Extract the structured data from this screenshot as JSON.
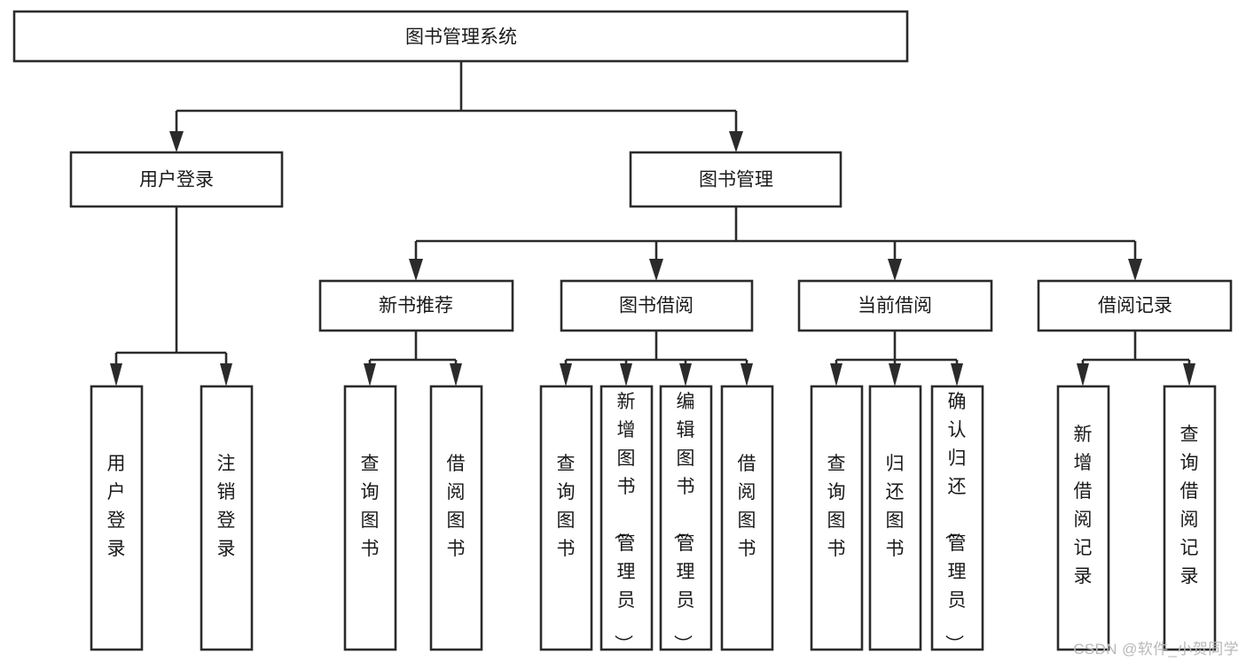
{
  "diagram": {
    "type": "tree",
    "title": "图书管理系统",
    "watermark": "CSDN @软件_小贺同学",
    "colors": {
      "stroke": "#2b2b2b",
      "fill": "#ffffff",
      "text": "#1a1a1a",
      "watermark": "#b9b9b9",
      "background": "#ffffff"
    },
    "levels": {
      "root": {
        "label": "图书管理系统"
      },
      "level2": [
        {
          "label": "用户登录"
        },
        {
          "label": "图书管理"
        }
      ],
      "level3": [
        {
          "label": "新书推荐"
        },
        {
          "label": "图书借阅"
        },
        {
          "label": "当前借阅"
        },
        {
          "label": "借阅记录"
        }
      ]
    },
    "nodes": {
      "root": "图书管理系统",
      "user_login": "用户登录",
      "book_manage": "图书管理",
      "new_book_rec": "新书推荐",
      "book_borrow": "图书借阅",
      "current_borrow": "当前借阅",
      "borrow_record": "借阅记录",
      "leaf_user_login": "用户登录",
      "leaf_logout": "注销登录",
      "leaf_query_book_1": "查询图书",
      "leaf_borrow_book_1": "借阅图书",
      "leaf_query_book_2": "查询图书",
      "leaf_add_book": "新增图书（管理员）",
      "leaf_edit_book": "编辑图书（管理员）",
      "leaf_borrow_book_2": "借阅图书",
      "leaf_query_book_3": "查询图书",
      "leaf_return_book": "归还图书",
      "leaf_confirm_return": "确认归还（管理员）",
      "leaf_add_record": "新增借阅记录",
      "leaf_query_record": "查询借阅记录"
    }
  }
}
